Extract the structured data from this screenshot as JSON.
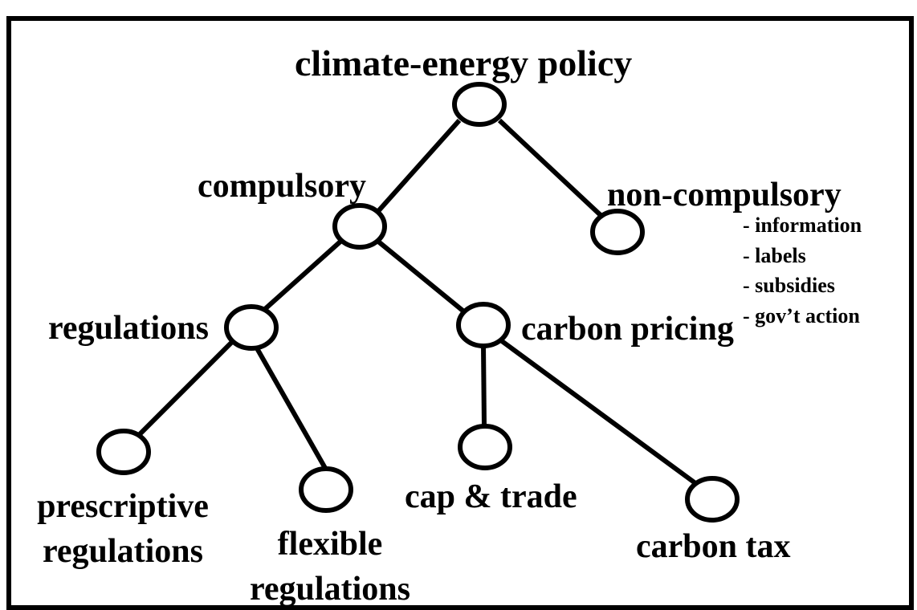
{
  "diagram": {
    "root": {
      "label": "climate-energy policy"
    },
    "compulsory": {
      "label": "compulsory"
    },
    "non_compulsory": {
      "label": "non-compulsory",
      "items": [
        "- information",
        "- labels",
        "- subsidies",
        "- gov’t action"
      ]
    },
    "regulations": {
      "label": "regulations"
    },
    "carbon_pricing": {
      "label": "carbon pricing"
    },
    "prescriptive": {
      "line1": "prescriptive",
      "line2": "regulations"
    },
    "flexible": {
      "line1": "flexible",
      "line2": "regulations"
    },
    "cap_trade": {
      "label": "cap & trade"
    },
    "carbon_tax": {
      "label": "carbon tax"
    }
  },
  "colors": {
    "line": "#000000",
    "node_fill": "#ffffff",
    "border": "#000000"
  }
}
